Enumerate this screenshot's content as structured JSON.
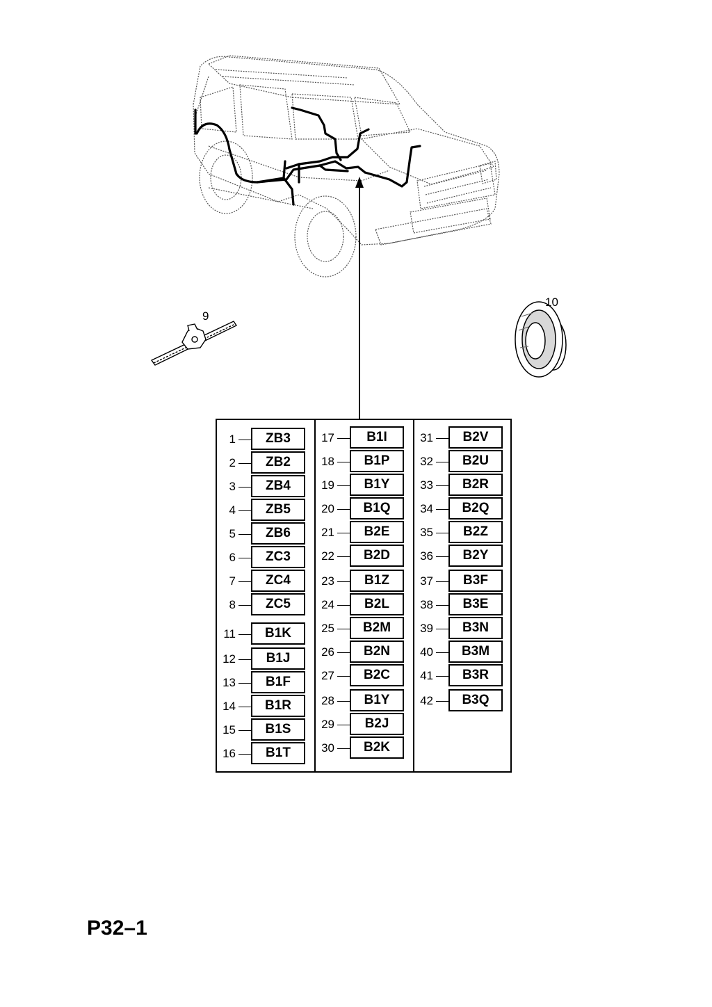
{
  "page_code": "P32–1",
  "callouts": {
    "clip": "9",
    "grommet": "10"
  },
  "columns": [
    [
      {
        "num": "1",
        "code": "ZB3"
      },
      {
        "num": "2",
        "code": "ZB2"
      },
      {
        "num": "3",
        "code": "ZB4"
      },
      {
        "num": "4",
        "code": "ZB5"
      },
      {
        "num": "5",
        "code": "ZB6"
      },
      {
        "num": "6",
        "code": "ZC3"
      },
      {
        "num": "7",
        "code": "ZC4"
      },
      {
        "num": "8",
        "code": "ZC5"
      },
      {
        "num": "11",
        "code": "B1K"
      },
      {
        "num": "12",
        "code": "B1J"
      },
      {
        "num": "13",
        "code": "B1F"
      },
      {
        "num": "14",
        "code": "B1R"
      },
      {
        "num": "15",
        "code": "B1S"
      },
      {
        "num": "16",
        "code": "B1T"
      }
    ],
    [
      {
        "num": "17",
        "code": "B1I"
      },
      {
        "num": "18",
        "code": "B1P"
      },
      {
        "num": "19",
        "code": "B1Y"
      },
      {
        "num": "20",
        "code": "B1Q"
      },
      {
        "num": "21",
        "code": "B2E"
      },
      {
        "num": "22",
        "code": "B2D"
      },
      {
        "num": "23",
        "code": "B1Z"
      },
      {
        "num": "24",
        "code": "B2L"
      },
      {
        "num": "25",
        "code": "B2M"
      },
      {
        "num": "26",
        "code": "B2N"
      },
      {
        "num": "27",
        "code": "B2C"
      },
      {
        "num": "28",
        "code": "B1Y"
      },
      {
        "num": "29",
        "code": "B2J"
      },
      {
        "num": "30",
        "code": "B2K"
      }
    ],
    [
      {
        "num": "31",
        "code": "B2V"
      },
      {
        "num": "32",
        "code": "B2U"
      },
      {
        "num": "33",
        "code": "B2R"
      },
      {
        "num": "34",
        "code": "B2Q"
      },
      {
        "num": "35",
        "code": "B2Z"
      },
      {
        "num": "36",
        "code": "B2Y"
      },
      {
        "num": "37",
        "code": "B3F"
      },
      {
        "num": "38",
        "code": "B3E"
      },
      {
        "num": "39",
        "code": "B3N"
      },
      {
        "num": "40",
        "code": "B3M"
      },
      {
        "num": "41",
        "code": "B3R"
      },
      {
        "num": "42",
        "code": "B3Q"
      }
    ]
  ]
}
